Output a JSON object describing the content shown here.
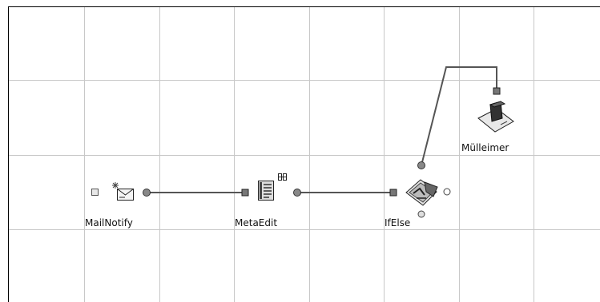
{
  "workflow": {
    "nodes": [
      {
        "id": "mailnotify",
        "label": "MailNotify",
        "icon": "mail-notify-icon"
      },
      {
        "id": "metaedit",
        "label": "MetaEdit",
        "icon": "meta-edit-icon"
      },
      {
        "id": "ifelse",
        "label": "IfElse",
        "icon": "if-else-icon"
      },
      {
        "id": "muelleimer",
        "label": "Mülleimer",
        "icon": "trash-bin-icon"
      }
    ],
    "connections": [
      {
        "from": "MailNotify",
        "to": "MetaEdit"
      },
      {
        "from": "MetaEdit",
        "to": "IfElse"
      },
      {
        "from": "IfElse",
        "to": "Mülleimer"
      }
    ]
  },
  "colors": {
    "grid": "#c8c8c8",
    "frame": "#000000",
    "connector": "#555555",
    "port_fill": "#888888",
    "port_input_fill": "#777777"
  }
}
